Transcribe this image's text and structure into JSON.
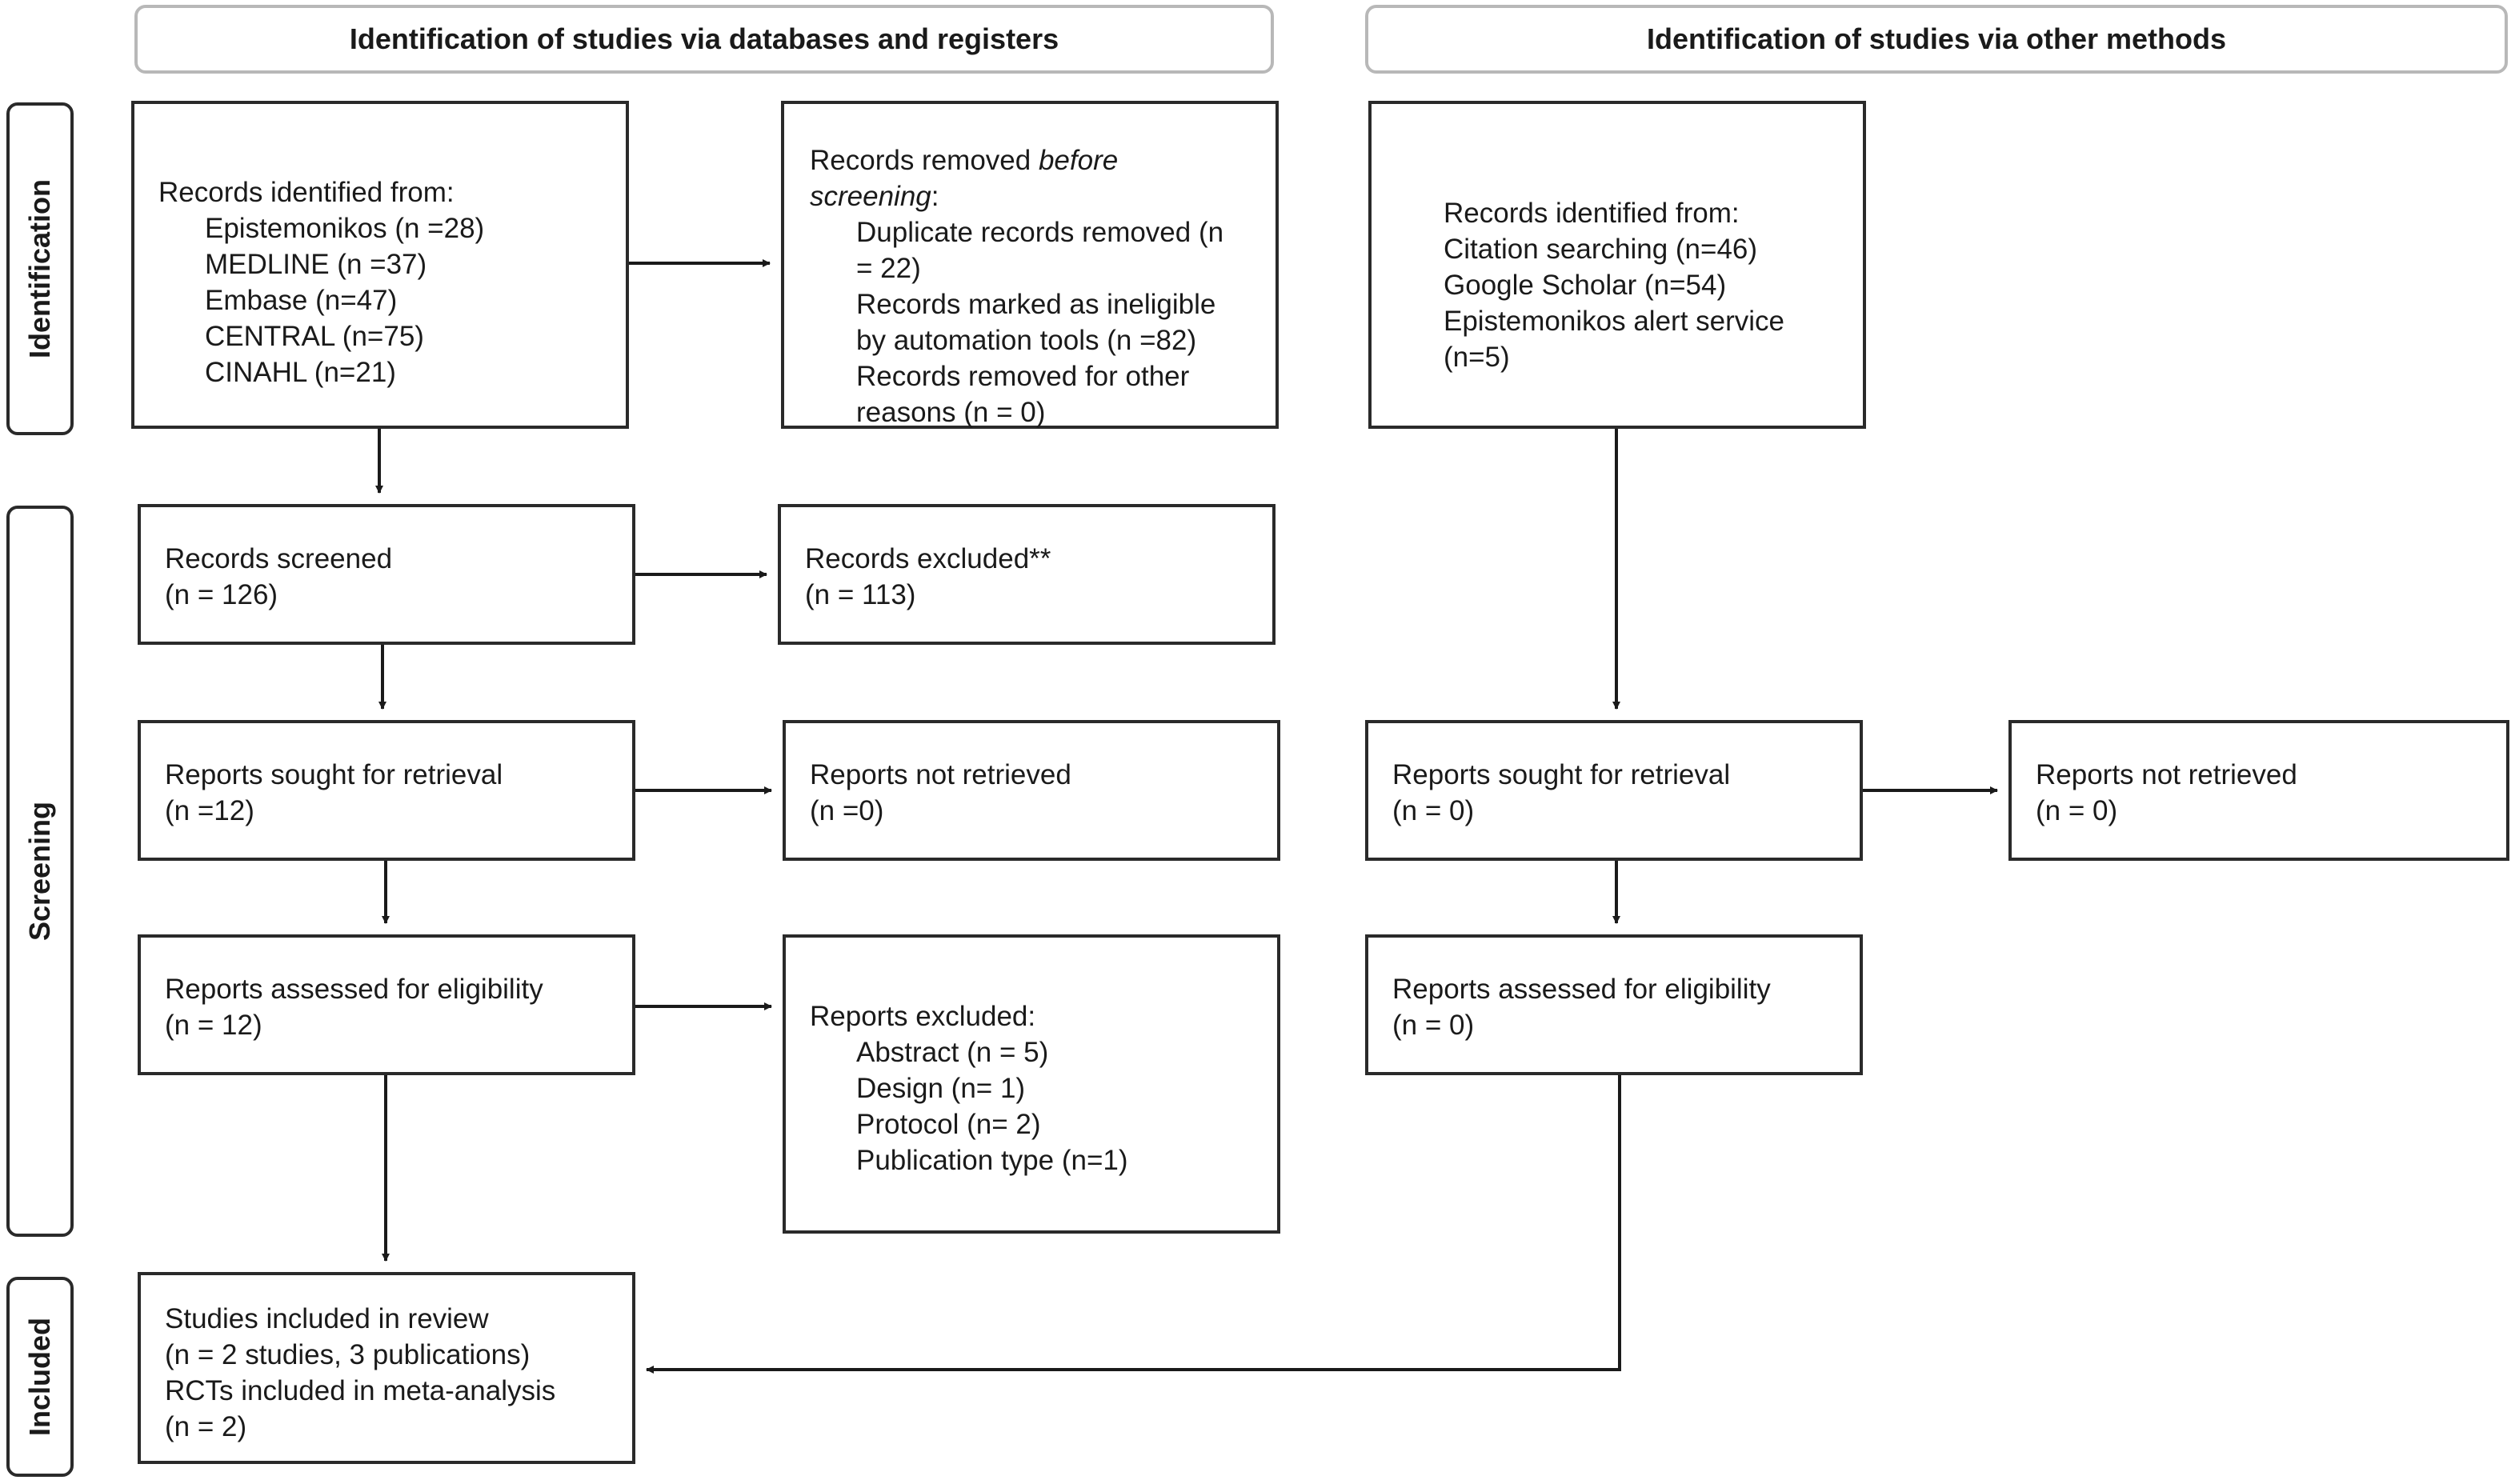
{
  "headers": {
    "databases": "Identification of studies via databases and registers",
    "other": "Identification of studies via other methods"
  },
  "phases": {
    "identification": "Identification",
    "screening": "Screening",
    "included": "Included"
  },
  "db_records_identified": {
    "title": "Records identified from:",
    "sources": [
      "Epistemonikos (n =28)",
      "MEDLINE (n =37)",
      "Embase (n=47)",
      "CENTRAL (n=75)",
      "CINAHL (n=21)"
    ]
  },
  "records_removed": {
    "title_prefix": "Records removed ",
    "title_italic_1": "before",
    "title_italic_2": "screening",
    "title_suffix": ":",
    "lines": [
      "Duplicate records removed (n",
      "= 22)",
      "Records marked as ineligible",
      "by automation tools (n =82)",
      "Records removed for other",
      "reasons (n = 0)"
    ]
  },
  "other_records_identified": {
    "title": "Records identified from:",
    "lines": [
      "Citation searching (n=46)",
      "Google Scholar (n=54)",
      "Epistemonikos alert service",
      "(n=5)"
    ]
  },
  "records_screened": {
    "title": "Records screened",
    "count": "(n = 126)"
  },
  "records_excluded": {
    "title": "Records excluded**",
    "count": "(n = 113)"
  },
  "db_reports_sought": {
    "title": "Reports sought for retrieval",
    "count": "(n =12)"
  },
  "db_reports_not_retrieved": {
    "title": "Reports not retrieved",
    "count": "(n =0)"
  },
  "other_reports_sought": {
    "title": "Reports sought for retrieval",
    "count": "(n = 0)"
  },
  "other_reports_not_retrieved": {
    "title": "Reports not retrieved",
    "count": "(n = 0)"
  },
  "db_reports_assessed": {
    "title": "Reports assessed for eligibility",
    "count": "(n = 12)"
  },
  "reports_excluded": {
    "title": "Reports excluded:",
    "reasons": [
      "Abstract (n = 5)",
      "Design (n= 1)",
      "Protocol (n= 2)",
      "Publication type (n=1)"
    ]
  },
  "other_reports_assessed": {
    "title": "Reports assessed for eligibility",
    "count": "(n = 0)"
  },
  "studies_included": {
    "lines": [
      "Studies included in review",
      "(n = 2 studies, 3 publications)",
      "RCTs included in meta-analysis",
      "(n = 2)"
    ]
  }
}
